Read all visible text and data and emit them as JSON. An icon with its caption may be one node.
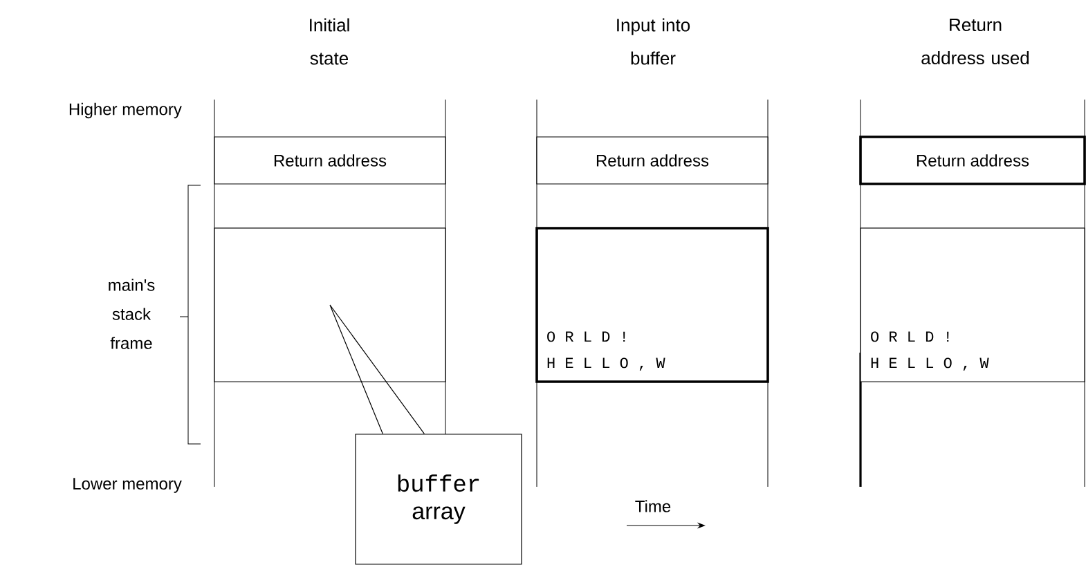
{
  "diagram": {
    "nodes": [
      {
        "text": [
          "Return address"
        ]
      },
      {
        "text": [],
        "shape": "box"
      },
      {
        "text": [
          "Return address"
        ]
      },
      {
        "text": [
          "O R L D !",
          "H E L L O , W"
        ]
      },
      {
        "text": [
          "Return address"
        ]
      },
      {
        "text": [
          "O R L D !",
          "H E L L O , W"
        ]
      },
      {
        "text": [
          "buffer",
          "array"
        ]
      }
    ],
    "edges": [
      {
        "from": 6,
        "to": 1,
        "arrow": "none"
      }
    ],
    "labels": [
      "Initial state",
      "Input into buffer",
      "Return address used",
      "Higher memory",
      "main's stack frame",
      "Lower memory",
      "Time"
    ]
  }
}
